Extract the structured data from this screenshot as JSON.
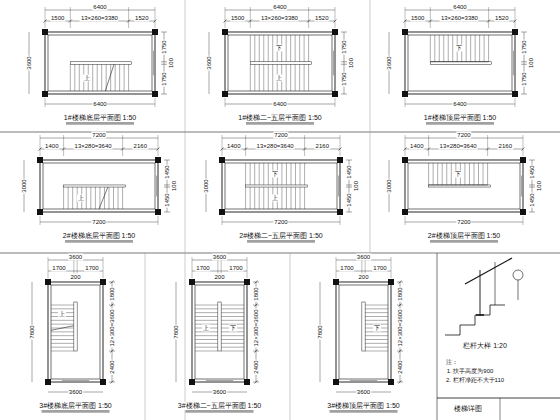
{
  "diagram": {
    "labels": [
      "1#楼梯底层平面图 1:50",
      "6400",
      "1500",
      "13×260=3380",
      "1520",
      "3600",
      "1750",
      "100",
      "1750",
      "6400",
      "上",
      "1#楼梯二~五层平面图 1:50",
      "6400",
      "1500",
      "13×260=3380",
      "1520",
      "3600",
      "1750",
      "100",
      "1750",
      "6400",
      "上",
      "下",
      "1#楼梯顶层平面图 1:50",
      "6400",
      "1500",
      "13×260=3380",
      "1520",
      "3600",
      "1750",
      "100",
      "1750",
      "6400",
      "下",
      "2#楼梯底层平面图 1:50",
      "7200",
      "1400",
      "13×280=3640",
      "2160",
      "3000",
      "1450",
      "100",
      "1450",
      "7200",
      "上",
      "2#楼梯二~五层平面图 1:50",
      "7200",
      "1400",
      "13×280=3640",
      "2160",
      "3000",
      "1450",
      "100",
      "1450",
      "7200",
      "上",
      "下",
      "2#楼梯顶层平面图 1:50",
      "7200",
      "1400",
      "13×280=3640",
      "2160",
      "3000",
      "1450",
      "100",
      "1450",
      "7200",
      "下",
      "3#楼梯底层平面图 1:50",
      "3600",
      "1700",
      "200",
      "1700",
      "7800",
      "1800",
      "12×300=3600",
      "2400",
      "3600",
      "上",
      "3#楼梯二~五层平面图 1:50",
      "3600",
      "1700",
      "200",
      "1700",
      "7800",
      "1800",
      "12×300=3600",
      "2400",
      "3600",
      "上",
      "下",
      "3#楼梯顶层平面图 1:50",
      "3600",
      "1700",
      "200",
      "1700",
      "7800",
      "1800",
      "12×300=3600",
      "2400",
      "3600",
      "下",
      "栏杆大样 1:20",
      "注：",
      "1. 扶手高度为900",
      "2. 栏杆净距不大于110",
      "楼梯详图"
    ]
  }
}
